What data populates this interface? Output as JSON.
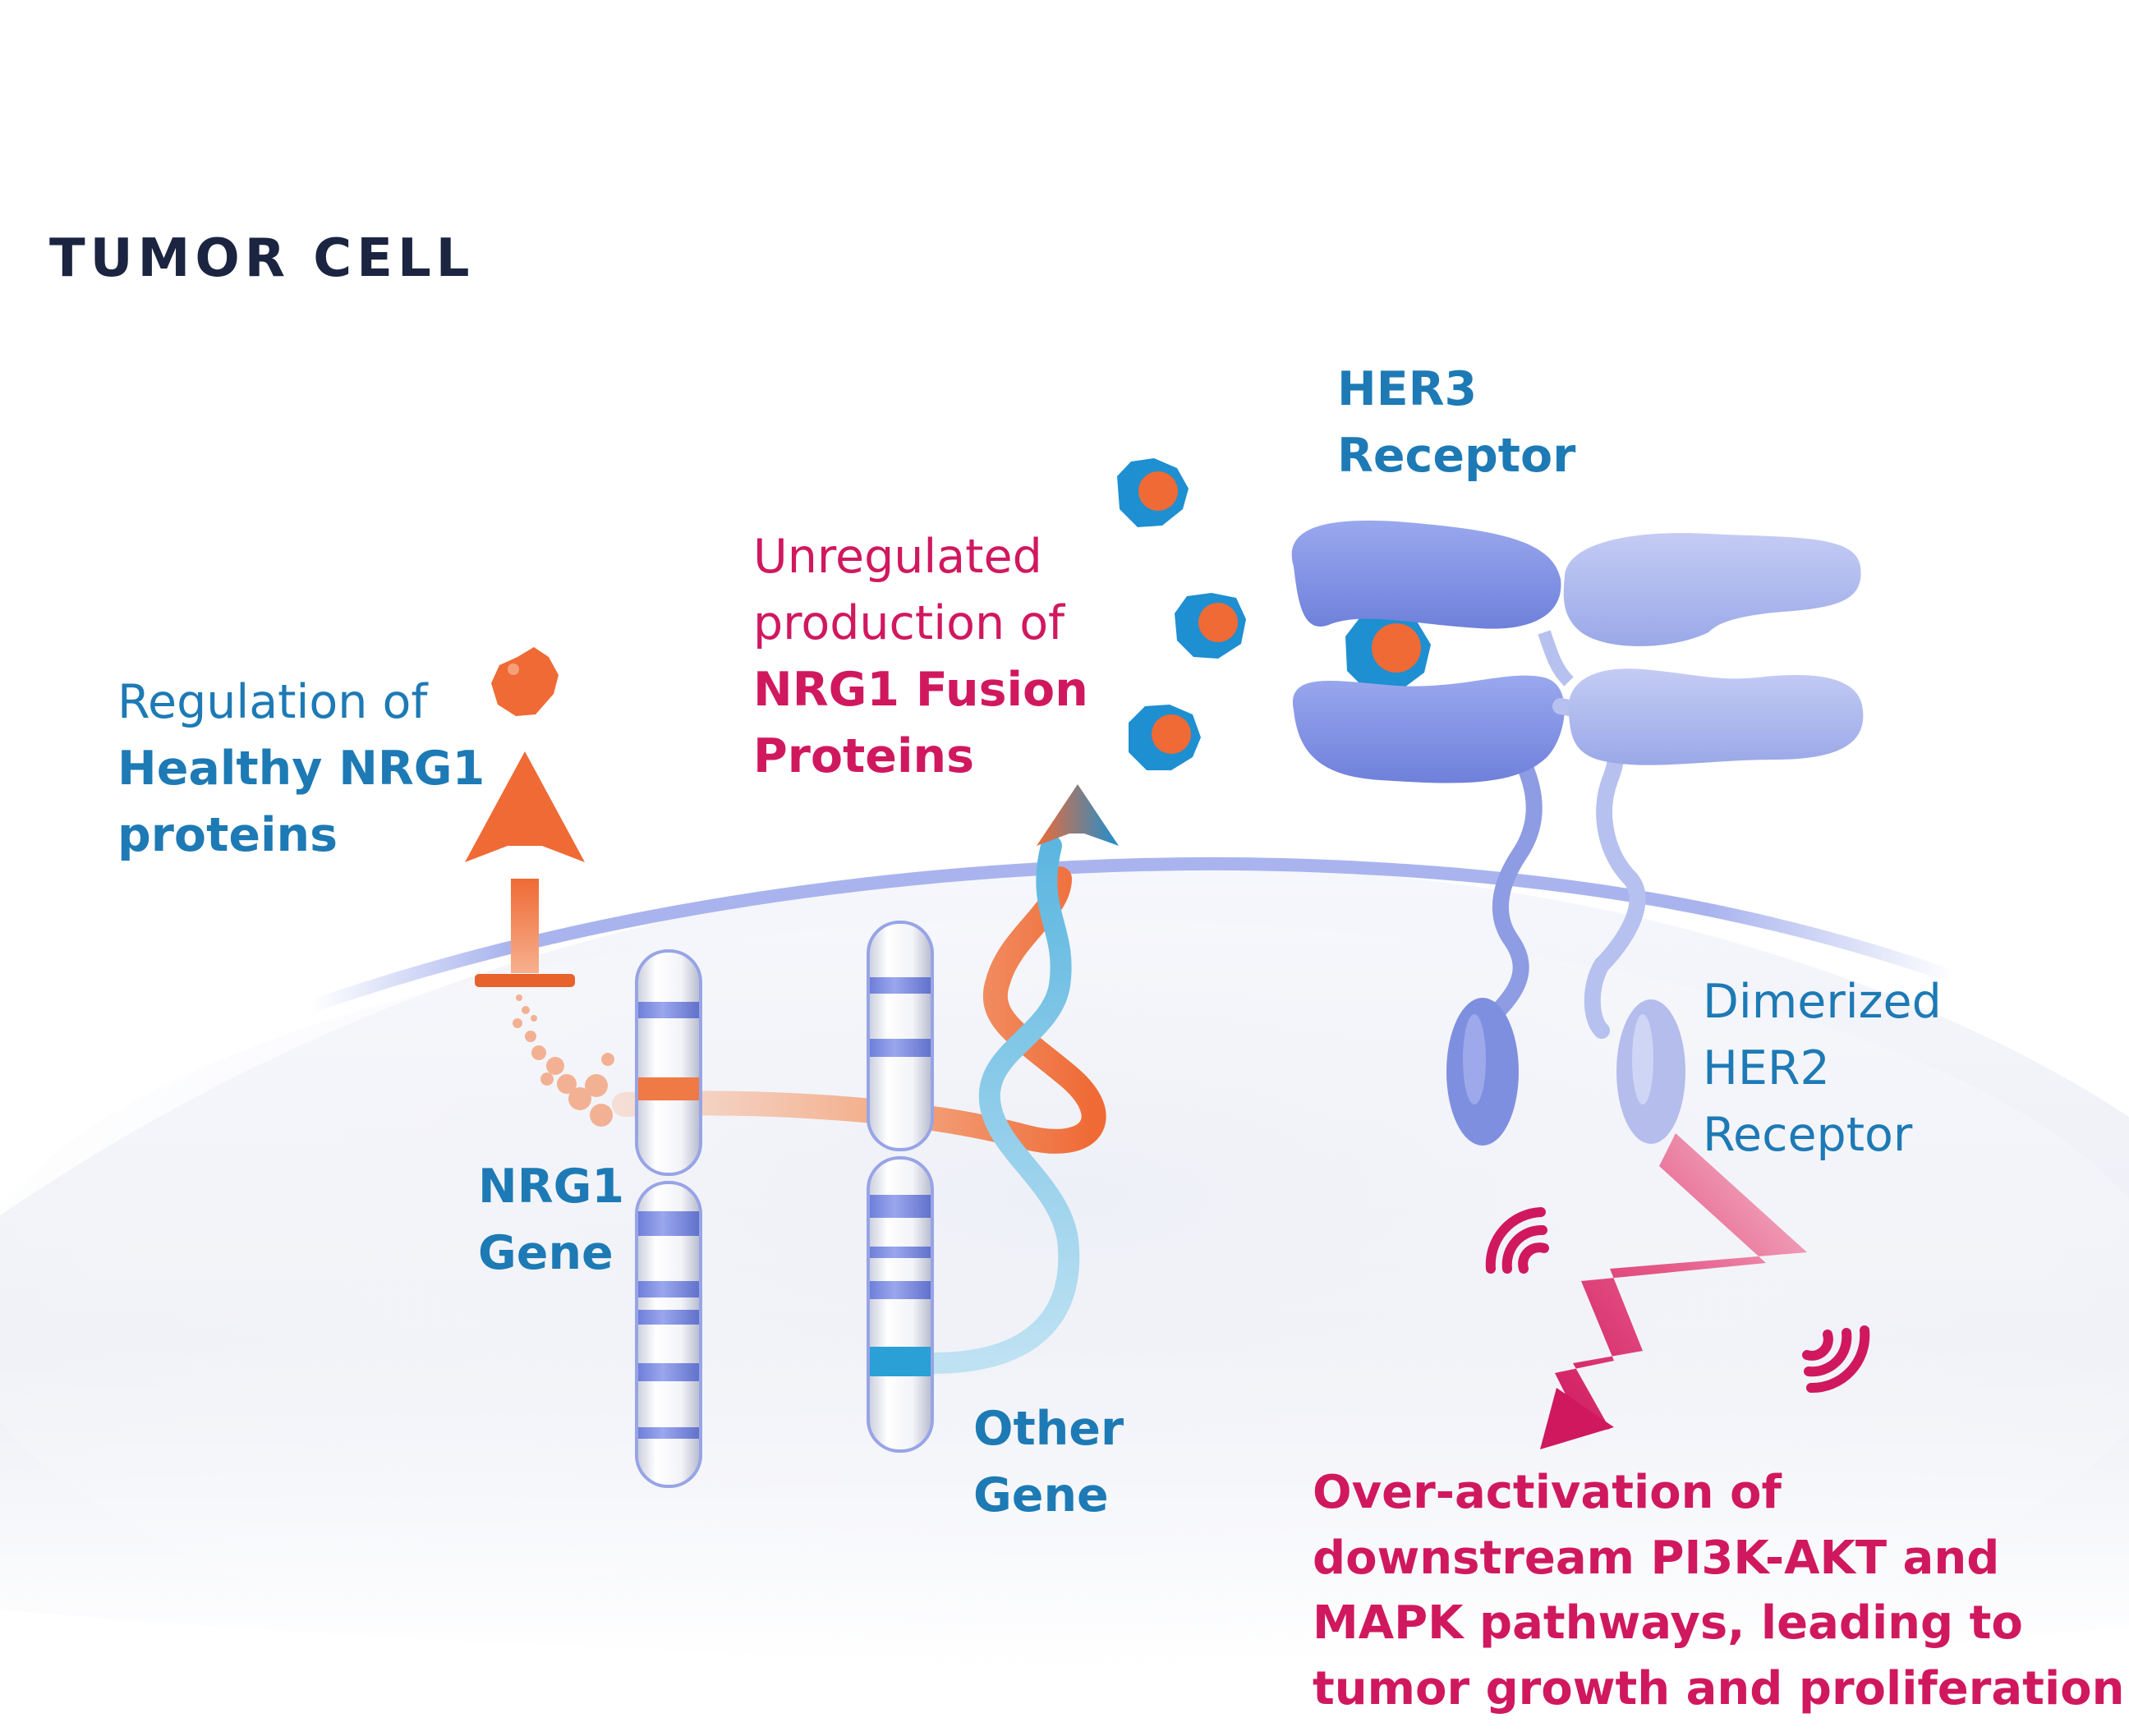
{
  "title": "TUMOR CELL",
  "labels": {
    "healthy": {
      "line1": "Regulation of",
      "line2": "Healthy NRG1",
      "line3": "proteins"
    },
    "fusion": {
      "line1": "Unregulated",
      "line2": "production of",
      "line3": "NRG1 Fusion",
      "line4": "Proteins"
    },
    "her3": {
      "line1": "HER3",
      "line2": "Receptor"
    },
    "her2": {
      "line1": "Dimerized",
      "line2": "HER2",
      "line3": "Receptor"
    },
    "nrg1_gene": {
      "line1": "NRG1",
      "line2": "Gene"
    },
    "other_gene": {
      "line1": "Other",
      "line2": "Gene"
    },
    "outcome": {
      "line1": "Over-activation of",
      "line2": "downstream PI3K-AKT and",
      "line3": "MAPK pathways, leading to",
      "line4": "tumor growth and proliferation"
    }
  },
  "colors": {
    "title": "#1b2440",
    "blue_text": "#1d7ab5",
    "pink_text": "#d0185f",
    "orange": "#ef6a35",
    "receptor": "#7f8fe0",
    "membrane": "#a9b4ee"
  },
  "icons": [
    "nrg1-protein-icon",
    "fusion-protein-icon",
    "chromosome-icon",
    "signal-wave-icon",
    "lightning-arrow-icon"
  ]
}
